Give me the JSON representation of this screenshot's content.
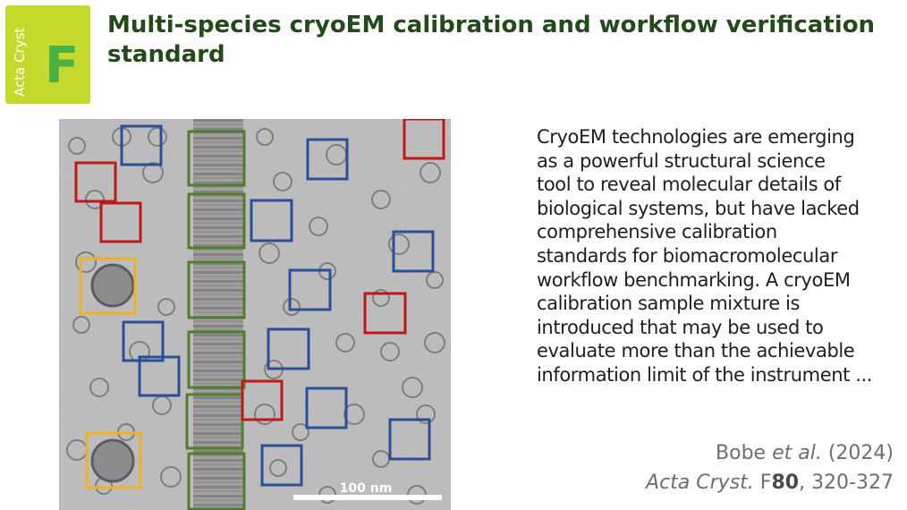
{
  "journal_logo": {
    "vertical_text": "Acta Cryst",
    "letter": "F",
    "colors": {
      "background": "#c5d92d",
      "letter": "#4bb041",
      "text": "#ffffff"
    }
  },
  "title": "Multi-species cryoEM calibration and workflow verification standard",
  "figure": {
    "scale_bar_label": "100 nm",
    "box_colors": {
      "red": "#c01818",
      "blue": "#2a4f97",
      "green": "#4f7f2c",
      "yellow": "#f0b023"
    }
  },
  "abstract": "CryoEM technologies are emerging\nas a powerful structural science\ntool to reveal molecular details of\nbiological systems, but have lacked\ncomprehensive calibration\nstandards for biomacromolecular\nworkflow benchmarking. A cryoEM\ncalibration sample mixture is\nintroduced that may be used to\nevaluate more than the achievable\ninformation limit of the instrument ...",
  "citation": {
    "author": "Bobe",
    "et_al": "et al.",
    "year": "(2024)",
    "journal": "Acta Cryst.",
    "section": "F",
    "volume": "80",
    "pages": ", 320-327"
  },
  "colors": {
    "title": "#234a1a",
    "body_text": "#1e1e1e",
    "citation_text": "#6e6e6e"
  }
}
